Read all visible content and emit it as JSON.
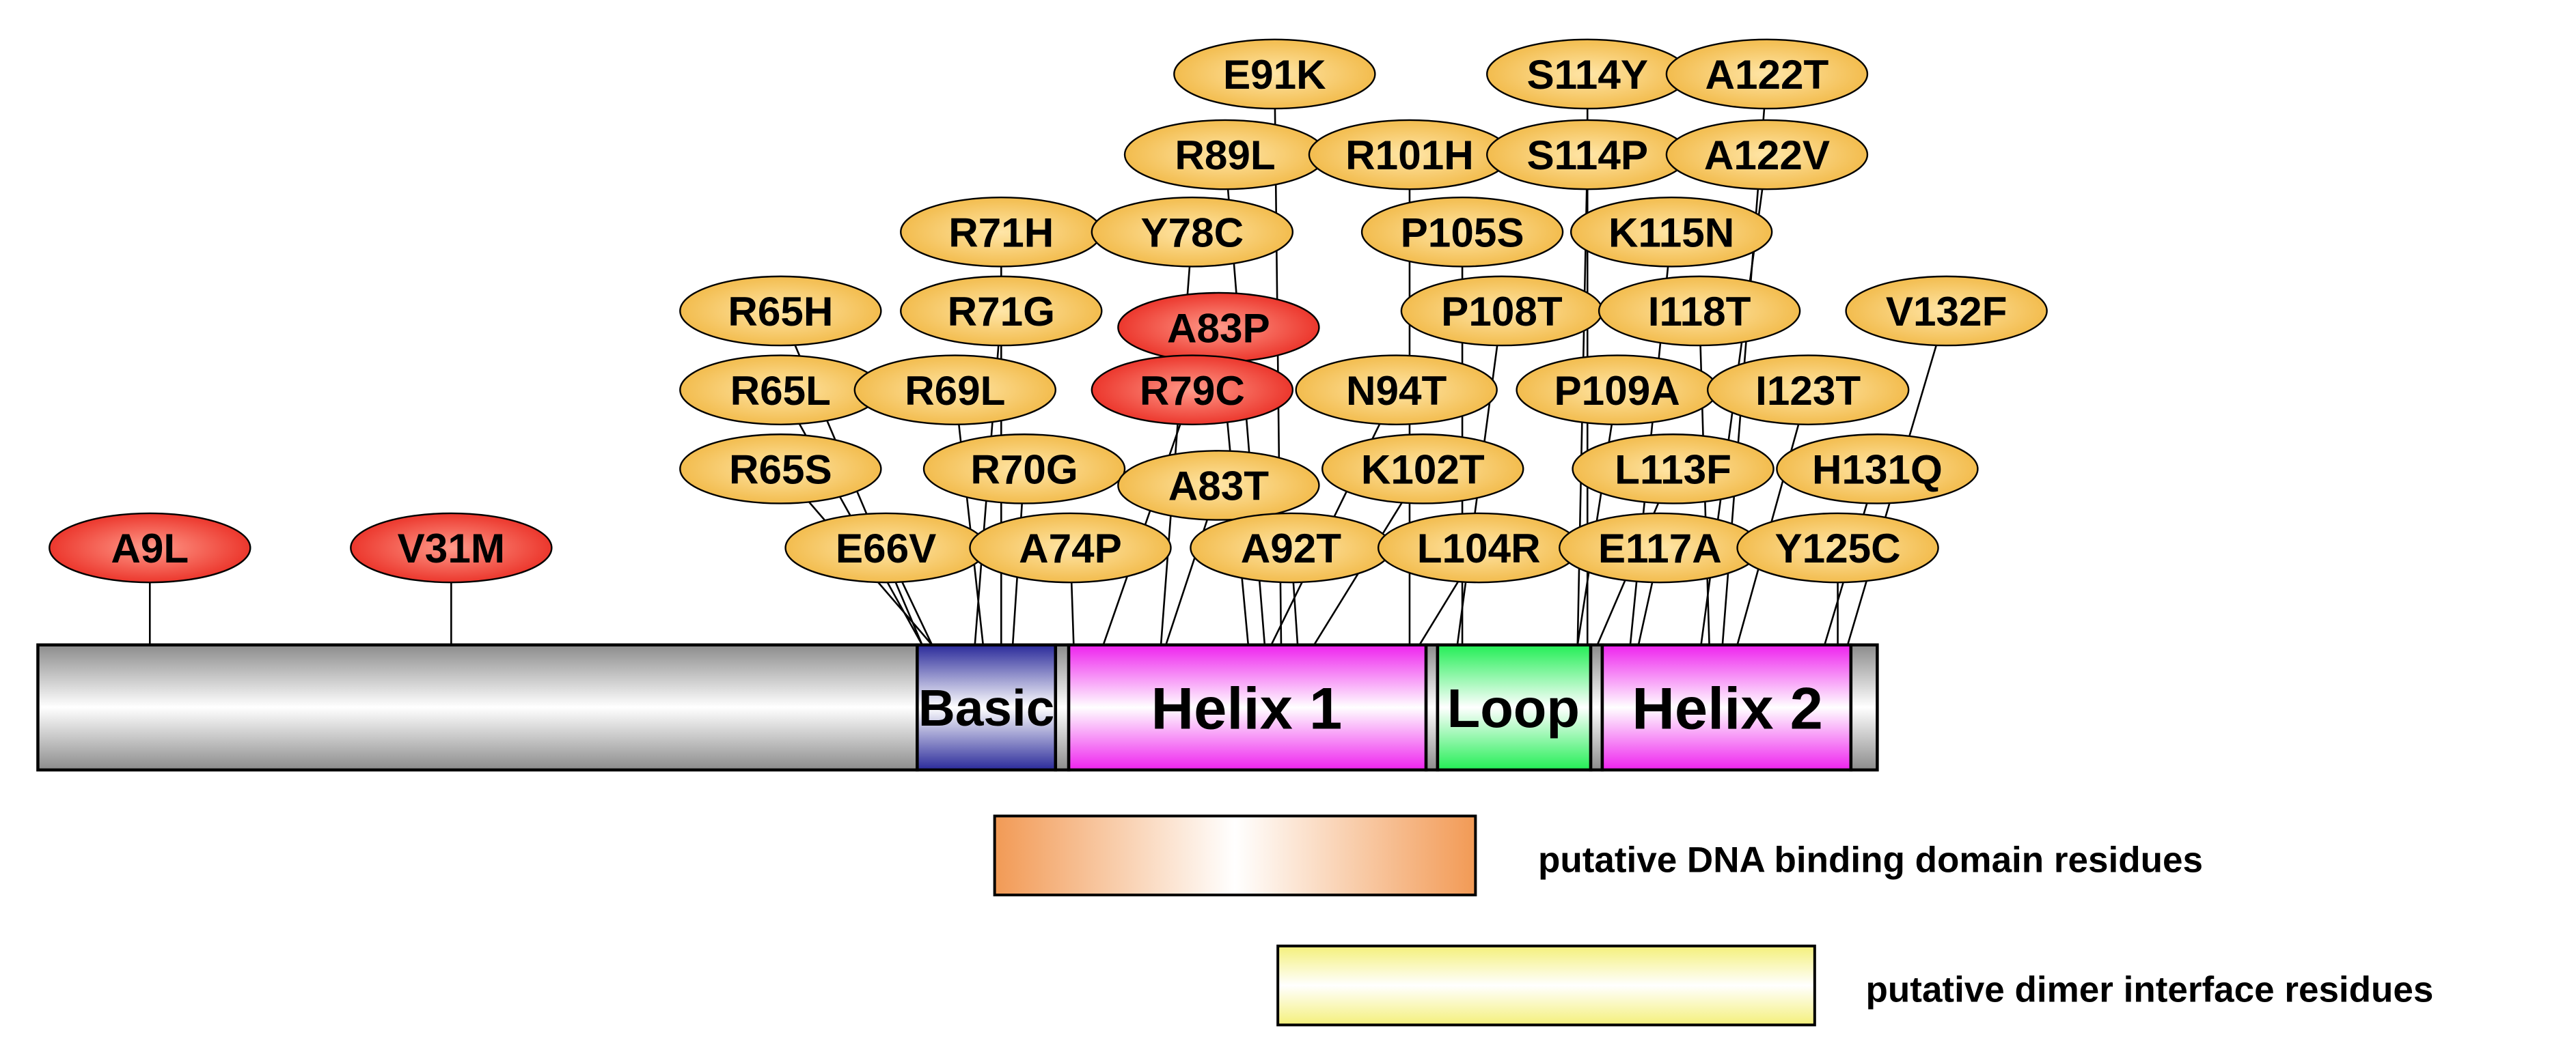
{
  "protein": {
    "domains": [
      {
        "key": "n_terminal",
        "label": ""
      },
      {
        "key": "basic",
        "label": "Basic"
      },
      {
        "key": "helix1",
        "label": "Helix 1"
      },
      {
        "key": "loop",
        "label": "Loop"
      },
      {
        "key": "helix2",
        "label": "Helix 2"
      },
      {
        "key": "c_terminal",
        "label": ""
      }
    ]
  },
  "mutations": [
    {
      "label": "A9L",
      "kind": "red"
    },
    {
      "label": "V31M",
      "kind": "red"
    },
    {
      "label": "E91K",
      "kind": "orange"
    },
    {
      "label": "S114Y",
      "kind": "orange"
    },
    {
      "label": "A122T",
      "kind": "orange"
    },
    {
      "label": "R89L",
      "kind": "orange"
    },
    {
      "label": "R101H",
      "kind": "orange"
    },
    {
      "label": "S114P",
      "kind": "orange"
    },
    {
      "label": "A122V",
      "kind": "orange"
    },
    {
      "label": "R71H",
      "kind": "orange"
    },
    {
      "label": "Y78C",
      "kind": "orange"
    },
    {
      "label": "P105S",
      "kind": "orange"
    },
    {
      "label": "K115N",
      "kind": "orange"
    },
    {
      "label": "R65H",
      "kind": "orange"
    },
    {
      "label": "R71G",
      "kind": "orange"
    },
    {
      "label": "A83P",
      "kind": "red"
    },
    {
      "label": "P108T",
      "kind": "orange"
    },
    {
      "label": "I118T",
      "kind": "orange"
    },
    {
      "label": "V132F",
      "kind": "orange"
    },
    {
      "label": "R65L",
      "kind": "orange"
    },
    {
      "label": "R69L",
      "kind": "orange"
    },
    {
      "label": "R79C",
      "kind": "red"
    },
    {
      "label": "N94T",
      "kind": "orange"
    },
    {
      "label": "P109A",
      "kind": "orange"
    },
    {
      "label": "I123T",
      "kind": "orange"
    },
    {
      "label": "R65S",
      "kind": "orange"
    },
    {
      "label": "R70G",
      "kind": "orange"
    },
    {
      "label": "A83T",
      "kind": "orange"
    },
    {
      "label": "K102T",
      "kind": "orange"
    },
    {
      "label": "L113F",
      "kind": "orange"
    },
    {
      "label": "H131Q",
      "kind": "orange"
    },
    {
      "label": "E66V",
      "kind": "orange"
    },
    {
      "label": "A74P",
      "kind": "orange"
    },
    {
      "label": "A92T",
      "kind": "orange"
    },
    {
      "label": "L104R",
      "kind": "orange"
    },
    {
      "label": "E117A",
      "kind": "orange"
    },
    {
      "label": "Y125C",
      "kind": "orange"
    }
  ],
  "legend": [
    {
      "key": "dna",
      "label": "putative DNA binding domain residues"
    },
    {
      "key": "dimer",
      "label": "putative dimer interface residues"
    }
  ],
  "colors": {
    "red_mutation": "#ee2b22",
    "orange_mutation": "#f6bd45",
    "basic": "#3333aa",
    "helix": "#ee22ee",
    "loop": "#22ee55",
    "gray": "#9a9a9a",
    "dna_legend": "#f29a55",
    "dimer_legend": "#f4f07a"
  }
}
